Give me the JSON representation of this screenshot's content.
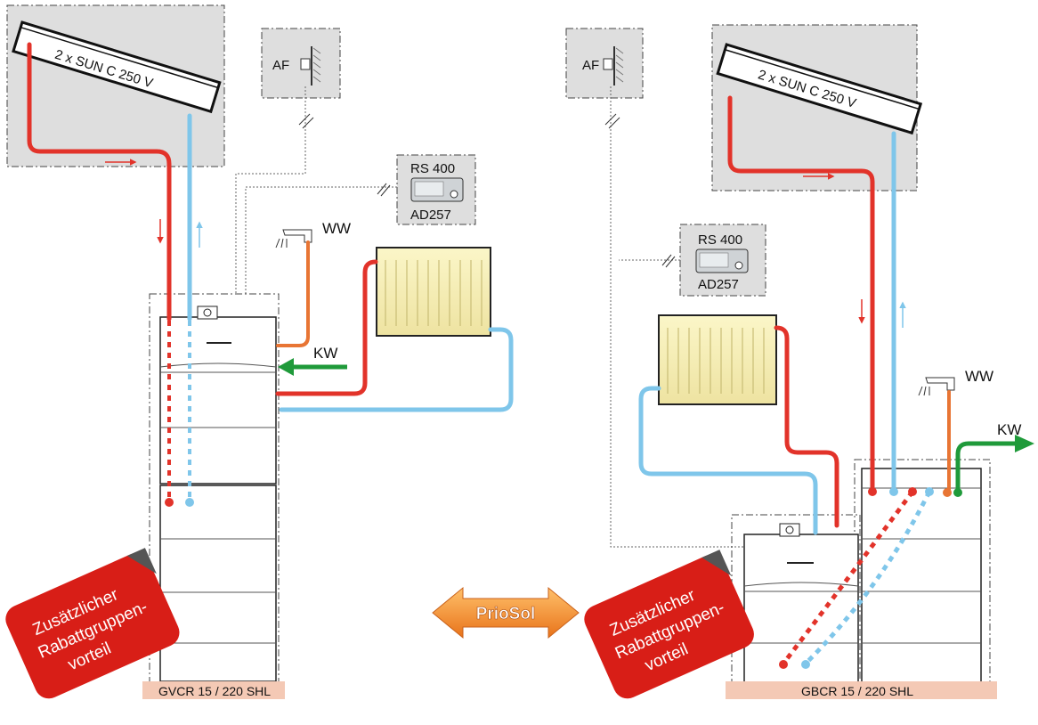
{
  "left_system": {
    "collector_label": "2 x SUN C 250 V",
    "outdoor_sensor_label": "AF",
    "controller_model": "RS 400",
    "controller_code": "AD257",
    "hot_water_label": "WW",
    "cold_water_label": "KW",
    "boiler_label": "GVCR 15 / 220 SHL",
    "badge_lines": [
      "Zusätzlicher",
      "Rabattgruppen-",
      "vorteil"
    ]
  },
  "right_system": {
    "collector_label": "2 x SUN C 250 V",
    "outdoor_sensor_label": "AF",
    "controller_model": "RS 400",
    "controller_code": "AD257",
    "hot_water_label": "WW",
    "cold_water_label": "KW",
    "boiler_label": "GBCR 15 / 220 SHL",
    "badge_lines": [
      "Zusätzlicher",
      "Rabattgruppen-",
      "vorteil"
    ]
  },
  "center_badge": "PrioSol",
  "colors": {
    "hot_pipe": "#e2332a",
    "cold_pipe": "#7fc6ea",
    "hot_water_pipe": "#e87534",
    "cold_water_pipe": "#1f9a3a",
    "badge_red": "#d81e17",
    "priosol_orange": "#f08a24",
    "floor": "#f4c9b5"
  }
}
